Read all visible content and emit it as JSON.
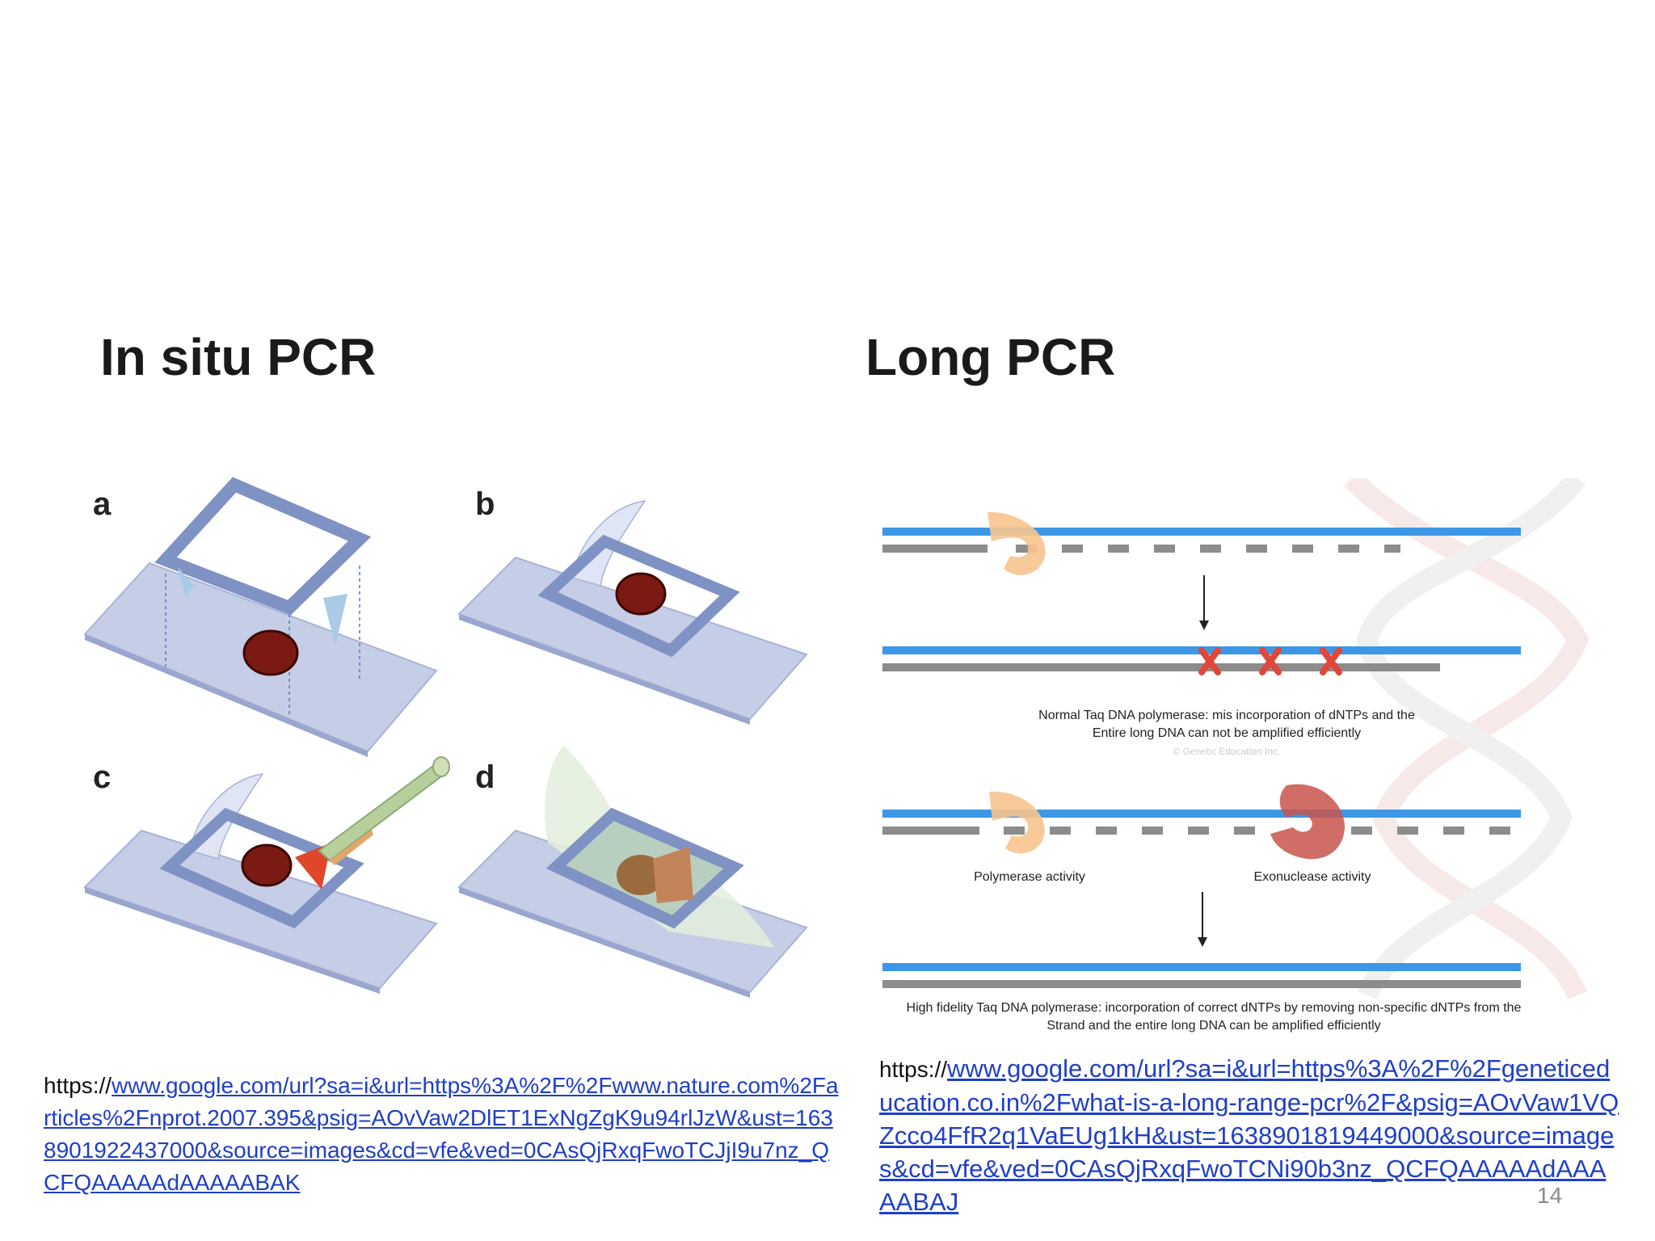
{
  "titles": {
    "left": "In situ PCR",
    "right": "Long PCR"
  },
  "figure_left": {
    "panel_labels": [
      "a",
      "b",
      "c",
      "d"
    ],
    "colors": {
      "slide": "#c6cde6",
      "frame": "#7f92c4",
      "tissue": "#7a1a12",
      "reagent": "#e0472a",
      "pipette": "#b7cf9a"
    }
  },
  "figure_right": {
    "caption_normal_line1": "Normal Taq DNA polymerase: mis incorporation of dNTPs and the",
    "caption_normal_line2": "Entire long DNA can not be amplified efficiently",
    "watermark": "© Genetic Education Inc.",
    "label_polymerase": "Polymerase activity",
    "label_exonuclease": "Exonuclease activity",
    "caption_hifi_line1": "High fidelity Taq DNA polymerase: incorporation of correct dNTPs by removing non-specific dNTPs from the",
    "caption_hifi_line2": "Strand and the entire long DNA can be amplified efficiently",
    "colors": {
      "template_strand": "#3c97e6",
      "new_strand": "#8c8c8c",
      "polymerase": "#f7c48e",
      "exonuclease": "#c9544c",
      "error_mark": "#e0473a"
    }
  },
  "links": {
    "left_prefix": "https://",
    "left_url": "www.google.com/url?sa=i&url=https%3A%2F%2Fwww.nature.com%2Farticles%2Fnprot.2007.395&psig=AOvVaw2DlET1ExNgZgK9u94rlJzW&ust=1638901922437000&source=images&cd=vfe&ved=0CAsQjRxqFwoTCJjI9u7nz_QCFQAAAAAdAAAAABAK",
    "right_prefix": "https://",
    "right_url": "www.google.com/url?sa=i&url=https%3A%2F%2Fgeneticeducation.co.in%2Fwhat-is-a-long-range-pcr%2F&psig=AOvVaw1VQZcco4FfR2q1VaEUg1kH&ust=1638901819449000&source=images&cd=vfe&ved=0CAsQjRxqFwoTCNi90b3nz_QCFQAAAAAdAAAAABAJ"
  },
  "page_number": "14"
}
